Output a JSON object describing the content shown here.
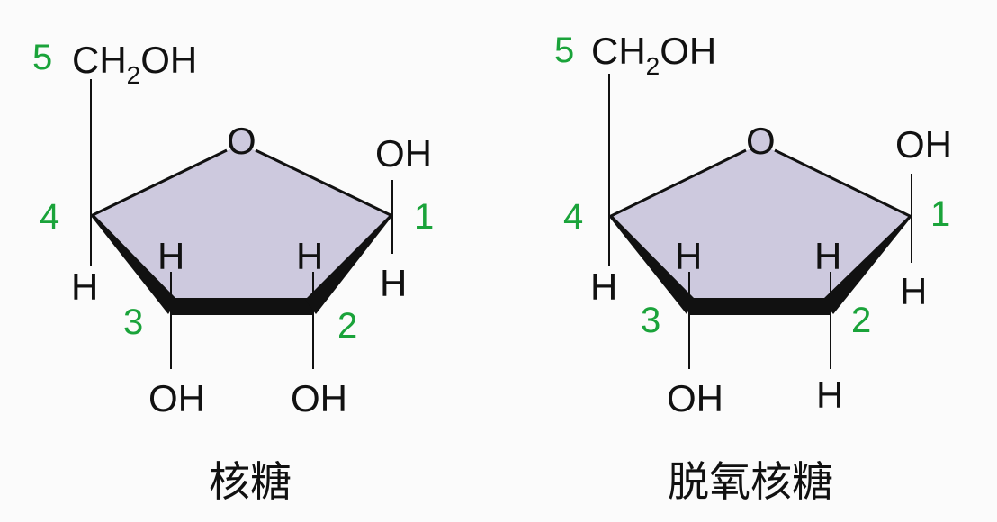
{
  "colors": {
    "ring_fill": "#cdc9de",
    "number_green": "#1aa33a",
    "line": "#111111",
    "background": "#fbfbfb"
  },
  "ribose": {
    "caption": "核糖",
    "ch2oh": {
      "pre": "CH",
      "sub": "2",
      "post": "OH"
    },
    "ring_oxygen": "O",
    "c1_up": "OH",
    "c1_down": "H",
    "c2_up": "H",
    "c2_down": "OH",
    "c3_up": "H",
    "c3_down": "OH",
    "c4_down": "H",
    "numbers": {
      "c1": "1",
      "c2": "2",
      "c3": "3",
      "c4": "4",
      "c5": "5"
    }
  },
  "deoxyribose": {
    "caption": "脱氧核糖",
    "ch2oh": {
      "pre": "CH",
      "sub": "2",
      "post": "OH"
    },
    "ring_oxygen": "O",
    "c1_up": "OH",
    "c1_down": "H",
    "c2_up": "H",
    "c2_down": "H",
    "c3_up": "H",
    "c3_down": "OH",
    "c4_down": "H",
    "numbers": {
      "c1": "1",
      "c2": "2",
      "c3": "3",
      "c4": "4",
      "c5": "5"
    }
  }
}
